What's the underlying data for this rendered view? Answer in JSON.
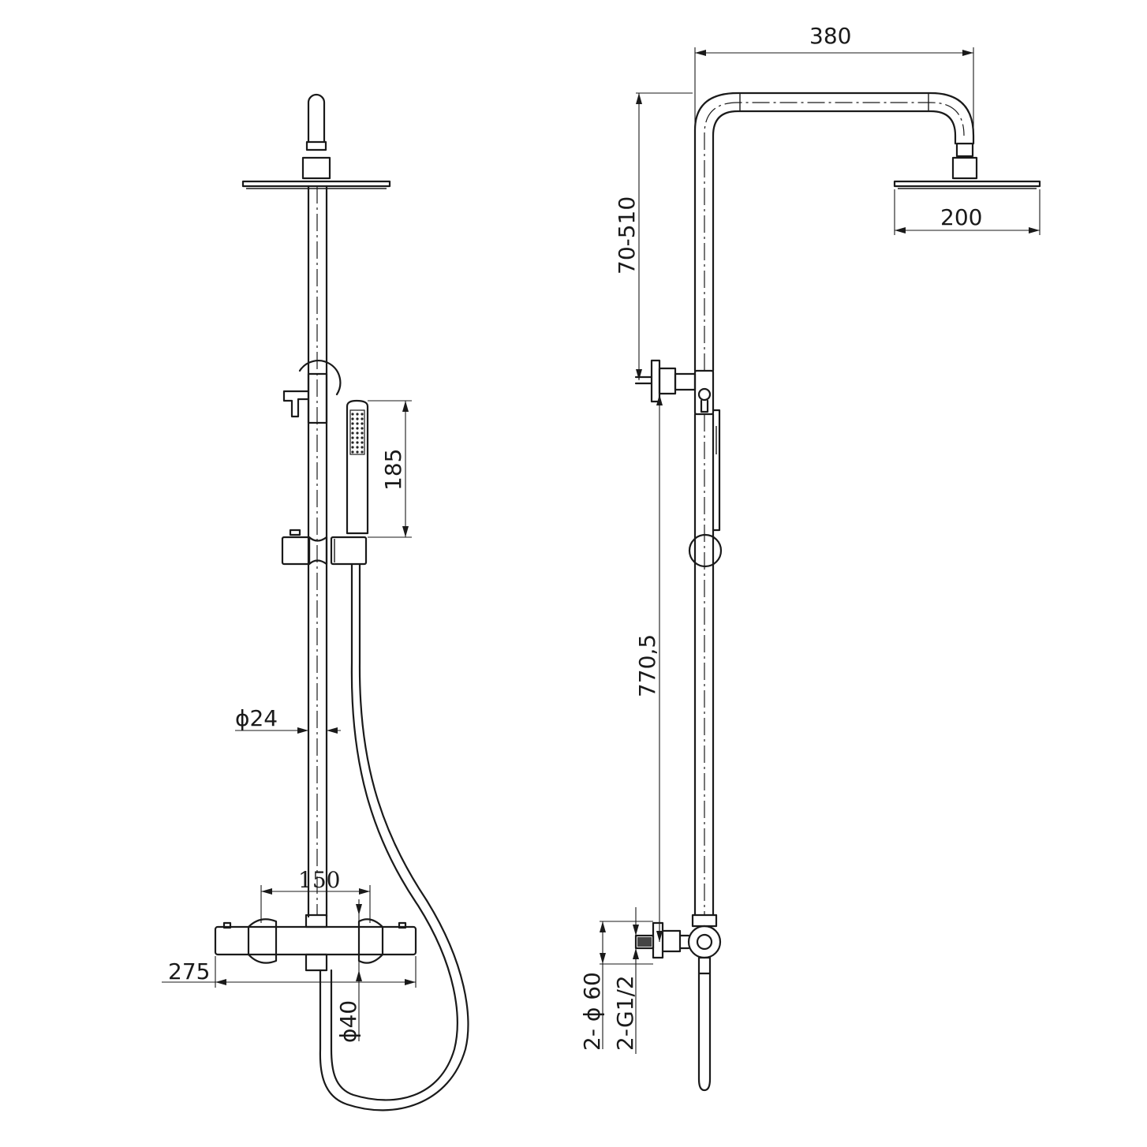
{
  "dimensions": {
    "arm_reach": "380",
    "head_diameter": "200",
    "height_adjust": "70-510",
    "hand_shower_length": "185",
    "rail_length": "770,5",
    "pipe_diameter": "ϕ24",
    "inlet_center": "150",
    "mixer_width": "275",
    "mixer_diameter": "ϕ40",
    "connector_diameter": "2- ϕ 60",
    "thread": "2-G1/2"
  },
  "colors": {
    "line": "#1a1a1a",
    "background": "#ffffff"
  }
}
